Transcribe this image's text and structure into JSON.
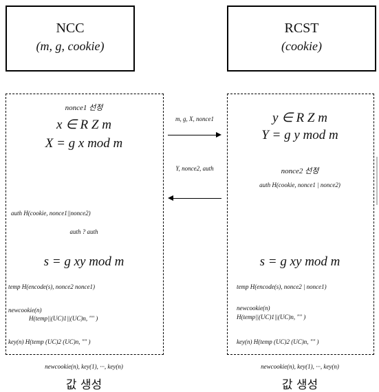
{
  "ncc": {
    "name": "NCC",
    "params": "(m, g, cookie)",
    "nonce_select": "nonce1 선정",
    "x_def": "x ∈ R Z m",
    "X_def": "X = g x mod m",
    "auth_def": "auth   H(cookie, nonce1||nonce2)",
    "auth_check": "auth  ?  auth",
    "s_def": "s = g xy mod m",
    "temp_def": "temp  H(encode(s), nonce2  nonce1)",
    "newcookie_label": "newcookie(n)",
    "newcookie_def": "H(temp||(UC)1||(UC)n, \"\" )",
    "key_def": "key(n)   H(temp (UC)2 (UC)n, \"\" )",
    "footer_formula": "newcookie(n), key(1), ···, key(n)",
    "footer_text": "값 생성"
  },
  "rcst": {
    "name": "RCST",
    "params": "(cookie)",
    "y_def": "y ∈ R Z m",
    "Y_def": "Y = g y mod m",
    "nonce_select": "nonce2 선정",
    "auth_def": "auth   H(cookie, nonce1 | nonce2)",
    "s_def": "s = g xy mod m",
    "temp_def": "temp   H(encode(s), nonce2 | nonce1)",
    "newcookie_label": "newcookie(n)",
    "newcookie_def": "H(temp||(UC)1||(UC)n, \"\" )",
    "key_def": "key(n)   H(temp (UC)2 (UC)n, \"\" )",
    "footer_formula": "newcookie(n), key(1), ···, key(n)",
    "footer_text": "값 생성"
  },
  "messages": {
    "msg1": "m, g, X, nonce1",
    "msg2": "Y, nonce2, auth"
  }
}
